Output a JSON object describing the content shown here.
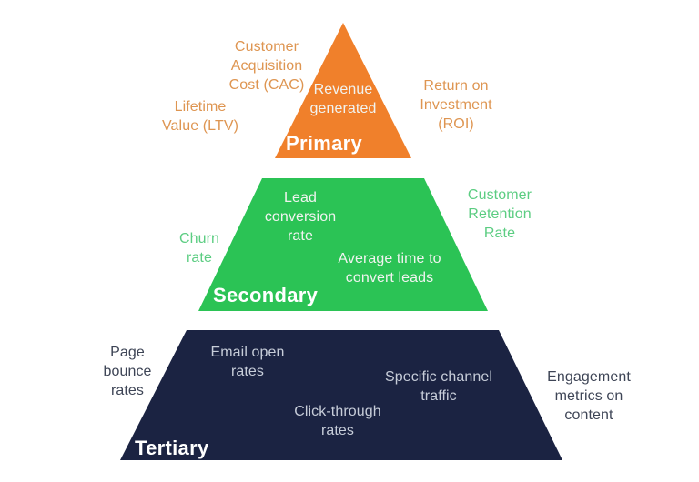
{
  "diagram": {
    "type": "pyramid",
    "tier_count": 3
  },
  "colors": {
    "background": "#FFFFFF",
    "primary_fill": "#F0802B",
    "primary_outside_text": "#DE9551",
    "secondary_fill": "#2BC355",
    "secondary_outside_text": "#5CCD82",
    "tertiary_fill": "#1B2342",
    "tertiary_outside_text": "#3E4556",
    "tier_title_text": "#FFFFFF",
    "light_inner_text": "#F1F3F0",
    "tertiary_inner_text": "#C7CDD9"
  },
  "pyramid": {
    "primary": {
      "title": "Primary",
      "inside": {
        "revenue": "Revenue\ngenerated"
      },
      "outside": {
        "cac": "Customer\nAcquisition\nCost (CAC)",
        "ltv": "Lifetime\nValue (LTV)",
        "roi": "Return on\nInvestment\n(ROI)"
      }
    },
    "secondary": {
      "title": "Secondary",
      "inside": {
        "lead_conversion": "Lead\nconversion\nrate",
        "avg_time": "Average time to\nconvert leads"
      },
      "outside": {
        "churn": "Churn\nrate",
        "retention": "Customer\nRetention\nRate"
      }
    },
    "tertiary": {
      "title": "Tertiary",
      "inside": {
        "email_open": "Email open\nrates",
        "channel_traffic": "Specific channel\ntraffic",
        "click_through": "Click-through\nrates"
      },
      "outside": {
        "bounce": "Page\nbounce\nrates",
        "engagement": "Engagement\nmetrics on\ncontent"
      }
    }
  }
}
